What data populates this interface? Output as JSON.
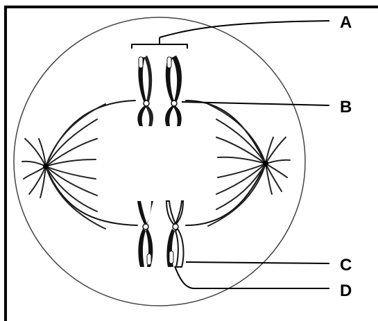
{
  "labels": {
    "a": "A",
    "b": "B",
    "c": "C",
    "d": "D"
  },
  "colors": {
    "ink": "#000000",
    "outline": "#444444",
    "background": "#ffffff"
  }
}
